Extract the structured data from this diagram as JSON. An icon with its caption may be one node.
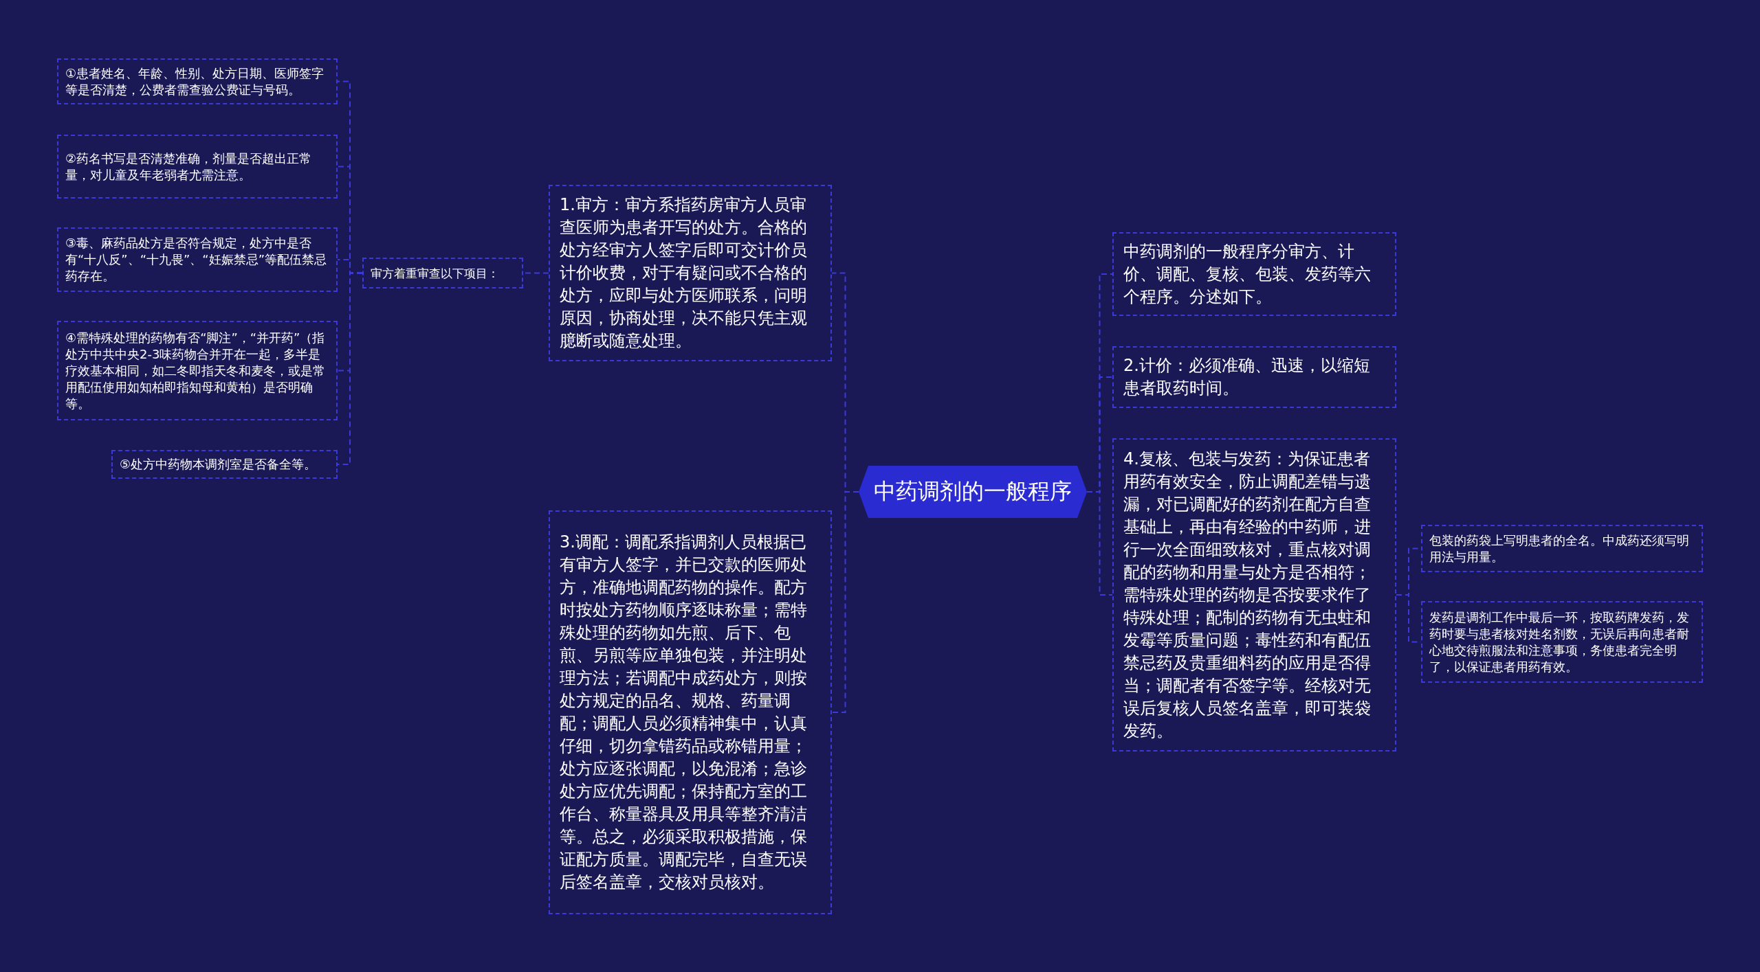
{
  "diagram": {
    "nodes": [
      {
        "text": [
          "中药调剂的一般程序"
        ]
      },
      {
        "text": [
          "1.审方：审方系指药房审方人员审查医师为患者开写的处方。合格的处方经审方人签字后即可交计价员计价收费，对于有疑问或不合格的处方，应即与处方医师联系，问明原因，协商处理，决不能只凭主观臆断或随意处理。"
        ]
      },
      {
        "text": [
          "审方着重审查以下项目："
        ]
      },
      {
        "text": [
          "①患者姓名、年龄、性别、处方日期、医师签字等是否清楚，公费者需查验公费证与号码。"
        ]
      },
      {
        "text": [
          "②药名书写是否清楚准确，剂量是否超出正常量，对儿童及年老弱者尤需注意。"
        ]
      },
      {
        "text": [
          "③毒、麻药品处方是否符合规定，处方中是否有“十八反”、“十九畏”、“妊娠禁忌”等配伍禁忌药存在。"
        ]
      },
      {
        "text": [
          "④需特殊处理的药物有否“脚注”，“并开药”（指处方中共中央2-3味药物合并开在一起，多半是疗效基本相同，如二冬即指天冬和麦冬，或是常用配伍使用如知柏即指知母和黄柏）是否明确等。"
        ]
      },
      {
        "text": [
          "⑤处方中药物本调剂室是否备全等。"
        ]
      },
      {
        "text": [
          "3.调配：调配系指调剂人员根据已有审方人签字，并已交款的医师处方，准确地调配药物的操作。配方时按处方药物顺序逐味称量；需特殊处理的药物如先煎、后下、包煎、另煎等应单独包装，并注明处理方法；若调配中成药处方，则按处方规定的品名、规格、药量调配；调配人员必须精神集中，认真仔细，切勿拿错药品或称错用量；处方应逐张调配，以免混淆；急诊处方应优先调配；保持配方室的工作台、称量器具及用具等整齐清洁等。总之，必须采取积极措施，保证配方质量。调配完毕，自查无误后签名盖章，交核对员核对。"
        ]
      },
      {
        "text": [
          "中药调剂的一般程序分审方、计价、调配、复核、包装、发药等六个程序。分述如下。"
        ]
      },
      {
        "text": [
          "2.计价：必须准确、迅速，以缩短患者取药时间。"
        ]
      },
      {
        "text": [
          "4.复核、包装与发药：为保证患者用药有效安全，防止调配差错与遗漏，对已调配好的药剂在配方自查基础上，再由有经验的中药师，进行一次全面细致核对，重点核对调配的药物和用量与处方是否相符；需特殊处理的药物是否按要求作了特殊处理；配制的药物有无虫蛀和发霉等质量问题；毒性药和有配伍禁忌药及贵重细料药的应用是否得当；调配者有否签字等。经核对无误后复核人员签名盖章，即可装袋发药。"
        ]
      },
      {
        "text": [
          "包装的药袋上写明患者的全名。中成药还须写明用法与用量。"
        ]
      },
      {
        "text": [
          "发药是调剂工作中最后一环，按取药牌发药，发药时要与患者核对姓名剂数，无误后再向患者耐心地交待煎服法和注意事项，务使患者完全明了，以保证患者用药有效。"
        ]
      }
    ],
    "edges": [
      {
        "from": 0,
        "to": 1,
        "arrow": "none"
      },
      {
        "from": 1,
        "to": 2,
        "arrow": "none"
      },
      {
        "from": 2,
        "to": 3,
        "arrow": "none"
      },
      {
        "from": 2,
        "to": 4,
        "arrow": "none"
      },
      {
        "from": 2,
        "to": 5,
        "arrow": "none"
      },
      {
        "from": 2,
        "to": 6,
        "arrow": "none"
      },
      {
        "from": 2,
        "to": 7,
        "arrow": "none"
      },
      {
        "from": 0,
        "to": 8,
        "arrow": "none"
      },
      {
        "from": 0,
        "to": 9,
        "arrow": "none"
      },
      {
        "from": 0,
        "to": 10,
        "arrow": "none"
      },
      {
        "from": 0,
        "to": 11,
        "arrow": "none"
      },
      {
        "from": 11,
        "to": 12,
        "arrow": "none"
      },
      {
        "from": 11,
        "to": 13,
        "arrow": "none"
      }
    ]
  }
}
